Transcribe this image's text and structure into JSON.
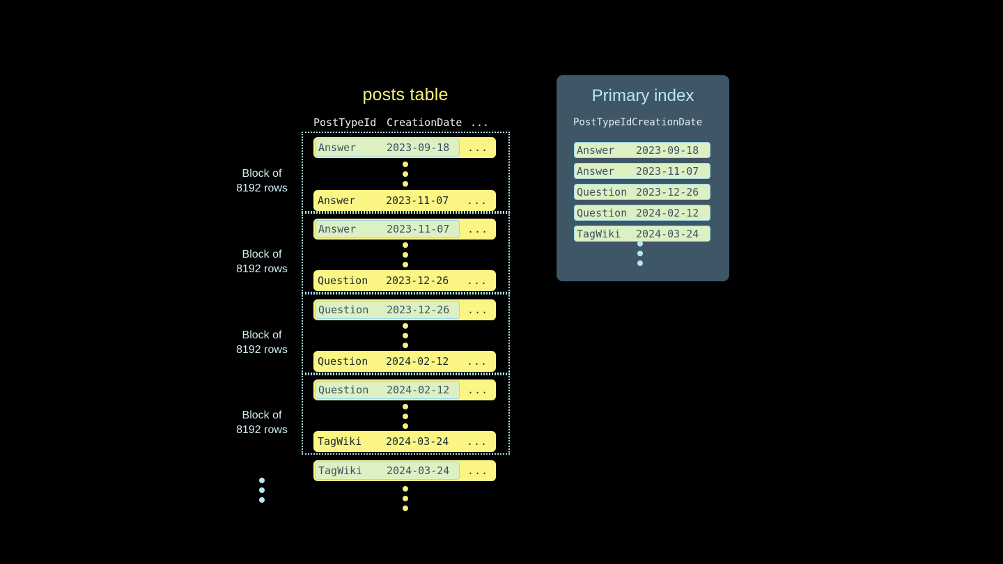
{
  "posts_table": {
    "title": "posts table",
    "columns": [
      "PostTypeId",
      "CreationDate",
      "..."
    ],
    "ellipsis_cell": "...",
    "blocks": [
      {
        "label_line1": "Block of",
        "label_line2": "8192 rows",
        "first_row": {
          "post_type_id": "Answer",
          "creation_date": "2023-09-18",
          "rest": "...",
          "keyed": true
        },
        "last_row": {
          "post_type_id": "Answer",
          "creation_date": "2023-11-07",
          "rest": "...",
          "keyed": false
        }
      },
      {
        "label_line1": "Block of",
        "label_line2": "8192 rows",
        "first_row": {
          "post_type_id": "Answer",
          "creation_date": "2023-11-07",
          "rest": "...",
          "keyed": true
        },
        "last_row": {
          "post_type_id": "Question",
          "creation_date": "2023-12-26",
          "rest": "...",
          "keyed": false
        }
      },
      {
        "label_line1": "Block of",
        "label_line2": "8192 rows",
        "first_row": {
          "post_type_id": "Question",
          "creation_date": "2023-12-26",
          "rest": "...",
          "keyed": true
        },
        "last_row": {
          "post_type_id": "Question",
          "creation_date": "2024-02-12",
          "rest": "...",
          "keyed": false
        }
      },
      {
        "label_line1": "Block of",
        "label_line2": "8192 rows",
        "first_row": {
          "post_type_id": "Question",
          "creation_date": "2024-02-12",
          "rest": "...",
          "keyed": true
        },
        "last_row": {
          "post_type_id": "TagWiki",
          "creation_date": "2024-03-24",
          "rest": "...",
          "keyed": false
        }
      }
    ],
    "trailing_row": {
      "post_type_id": "TagWiki",
      "creation_date": "2024-03-24",
      "rest": "...",
      "keyed": true
    }
  },
  "primary_index": {
    "title": "Primary index",
    "columns": [
      "PostTypeId",
      "CreationDate"
    ],
    "rows": [
      {
        "post_type_id": "Answer",
        "creation_date": "2023-09-18"
      },
      {
        "post_type_id": "Answer",
        "creation_date": "2023-11-07"
      },
      {
        "post_type_id": "Question",
        "creation_date": "2023-12-26"
      },
      {
        "post_type_id": "Question",
        "creation_date": "2024-02-12"
      },
      {
        "post_type_id": "TagWiki",
        "creation_date": "2024-03-24"
      }
    ]
  },
  "colors": {
    "background": "#000000",
    "row_yellow": "#fbf583",
    "key_green": "#ddf0c4",
    "key_border_cyan": "#9fd8e6",
    "panel_slate": "#3f5667",
    "title_yellow": "#f2f27a",
    "title_cyan": "#b9e6f7",
    "label_cyan": "#cfeef5",
    "dot_yellow": "#f5ef7a",
    "dot_cyan": "#b5e7f5"
  }
}
